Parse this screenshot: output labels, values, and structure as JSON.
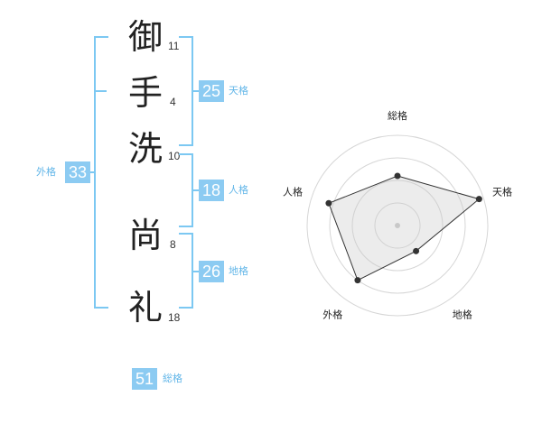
{
  "name": {
    "characters": [
      {
        "char": "御",
        "strokes": "11"
      },
      {
        "char": "手",
        "strokes": "4"
      },
      {
        "char": "洗",
        "strokes": "10"
      },
      {
        "char": "尚",
        "strokes": "8"
      },
      {
        "char": "礼",
        "strokes": "18"
      }
    ]
  },
  "fortune": {
    "tenkaku": {
      "value": "25",
      "label": "天格"
    },
    "jinkaku": {
      "value": "18",
      "label": "人格"
    },
    "chikaku": {
      "value": "26",
      "label": "地格"
    },
    "gaikaku": {
      "value": "33",
      "label": "外格"
    },
    "soukaku": {
      "value": "51",
      "label": "総格"
    }
  },
  "colors": {
    "accent": "#8ccbf2",
    "accent_text": "#62b6e8",
    "bracket": "#7cc8f2"
  },
  "chart_data": {
    "type": "radar",
    "axes": [
      "総格",
      "天格",
      "地格",
      "外格",
      "人格"
    ],
    "rings": 4,
    "max": 1,
    "values": [
      0.55,
      0.95,
      0.35,
      0.75,
      0.8
    ]
  }
}
